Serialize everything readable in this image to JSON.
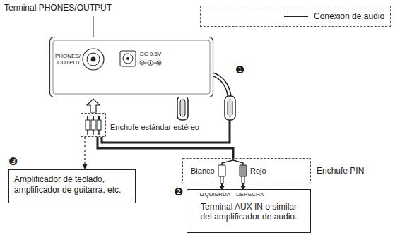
{
  "diagram": {
    "nodes": [
      {
        "text": [
          "PHONES/ OUTPUT",
          "DC 9.5V"
        ]
      },
      {
        "text": [
          "Enchufe estándar estéreo"
        ]
      },
      {
        "text": [
          "Amplificador de teclado, amplificador de guitarra, etc."
        ]
      },
      {
        "text": [
          "Blanco",
          "Rojo",
          "Enchufe PIN"
        ]
      },
      {
        "text": [
          "IZQUIERDA",
          "DERECHA",
          "Terminal AUX IN o similar del amplificador de audio."
        ]
      }
    ],
    "edges": [
      {
        "from": 1,
        "to": 0,
        "arrow": "to"
      },
      {
        "from": 1,
        "to": 2,
        "arrow": "to"
      },
      {
        "from": 1,
        "to": 3,
        "arrow": "none"
      }
    ],
    "labels": [
      "Terminal PHONES/OUTPUT",
      "❶",
      "❸",
      "❷"
    ],
    "legend": [
      {
        "text": "Conexión de audio"
      }
    ]
  }
}
